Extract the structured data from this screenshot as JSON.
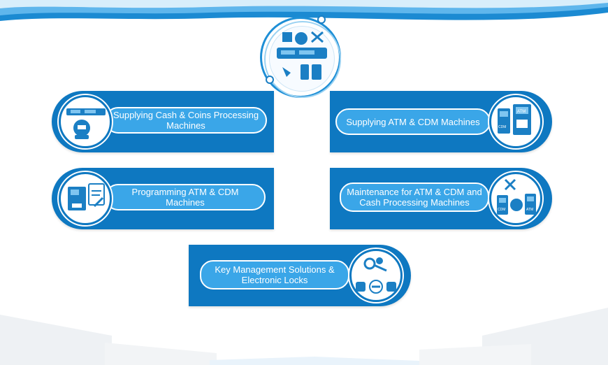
{
  "hub": {
    "icon": "cash-atm-services-icon"
  },
  "services": [
    {
      "label": "Supplying Cash & Coins Processing Machines",
      "icon": "cash-processing-machine-icon"
    },
    {
      "label": "Supplying ATM & CDM Machines",
      "icon": "atm-cdm-machines-icon",
      "atm_text": "ATM",
      "cdm_text": "CDM"
    },
    {
      "label": "Programming ATM & CDM Machines",
      "icon": "atm-programming-icon"
    },
    {
      "label": "Maintenance for ATM & CDM and Cash Processing Machines",
      "icon": "maintenance-tools-icon",
      "atm_text": "ATM",
      "cdm_text": "CDM"
    },
    {
      "label": "Key Management Solutions & Electronic Locks",
      "icon": "keys-electronic-locks-icon"
    }
  ],
  "colors": {
    "primary": "#0e78c1",
    "accent": "#3aa6e8",
    "light": "#9bd2f2"
  }
}
